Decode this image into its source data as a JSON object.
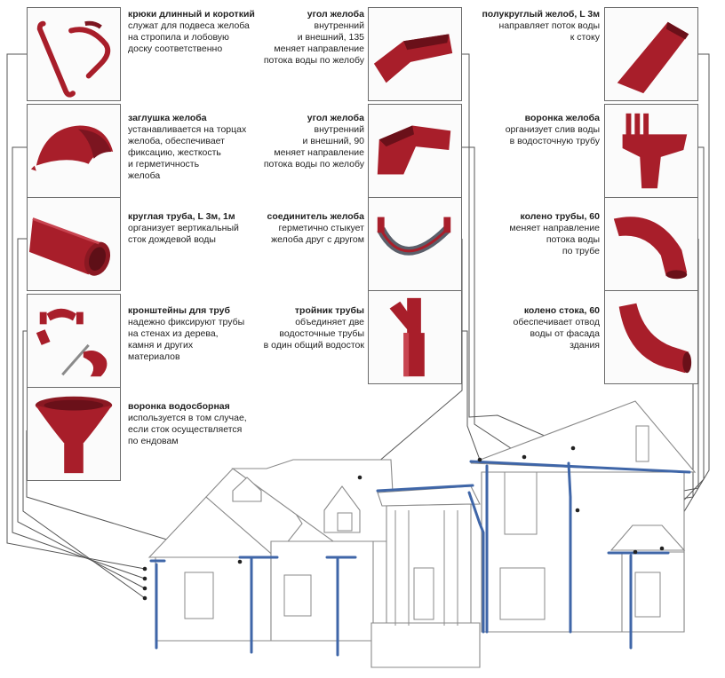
{
  "colors": {
    "product": "#a81e2a",
    "gutter_pipe": "#3f66a8",
    "line": "#555555",
    "frame": "#6a6a6a"
  },
  "items": [
    {
      "title": "крюки длинный и короткий",
      "text": "служат для подвеса желоба\nна стропила и лобовую\nдоску соответственно",
      "icon": "gutter-hooks-icon"
    },
    {
      "title": "заглушка желоба",
      "text": "устанавливается на торцах\nжелоба, обеспечивает\nфиксацию, жесткость\nи герметичность\nжелоба",
      "icon": "gutter-end-cap-icon"
    },
    {
      "title": "круглая труба, L 3м, 1м",
      "text": "организует вертикальный\nсток дождевой воды",
      "icon": "round-pipe-icon"
    },
    {
      "title": "кронштейны для труб",
      "text": "надежно фиксируют трубы\nна стенах из дерева,\nкамня и других\nматериалов",
      "icon": "pipe-brackets-icon"
    },
    {
      "title": "воронка водосборная",
      "text": "используется в том случае,\nесли сток осуществляется\nпо ендовам",
      "icon": "collector-funnel-icon"
    },
    {
      "title": "угол желоба",
      "text": "внутренний\nи внешний, 135\nменяет направление\nпотока воды по желобу",
      "icon": "gutter-corner-135-icon"
    },
    {
      "title": "угол желоба",
      "text": "внутренний\nи внешний, 90\nменяет направление\nпотока воды по желобу",
      "icon": "gutter-corner-90-icon"
    },
    {
      "title": "соединитель желоба",
      "text": "герметично стыкует\nжелоба друг с другом",
      "icon": "gutter-connector-icon"
    },
    {
      "title": "тройник трубы",
      "text": "объединяет две\nводосточные трубы\nв один общий водосток",
      "icon": "pipe-tee-icon"
    },
    {
      "title": "полукруглый желоб, L 3м",
      "text": "направляет поток воды\nк стоку",
      "icon": "half-round-gutter-icon"
    },
    {
      "title": "воронка желоба",
      "text": "организует слив воды\nв водосточную трубу",
      "icon": "gutter-funnel-icon"
    },
    {
      "title": "колено трубы, 60",
      "text": "меняет направление\nпотока воды\nпо трубе",
      "icon": "pipe-elbow-icon"
    },
    {
      "title": "колено стока, 60",
      "text": "обеспечивает отвод\nводы от фасада\nздания",
      "icon": "outlet-elbow-icon"
    }
  ]
}
